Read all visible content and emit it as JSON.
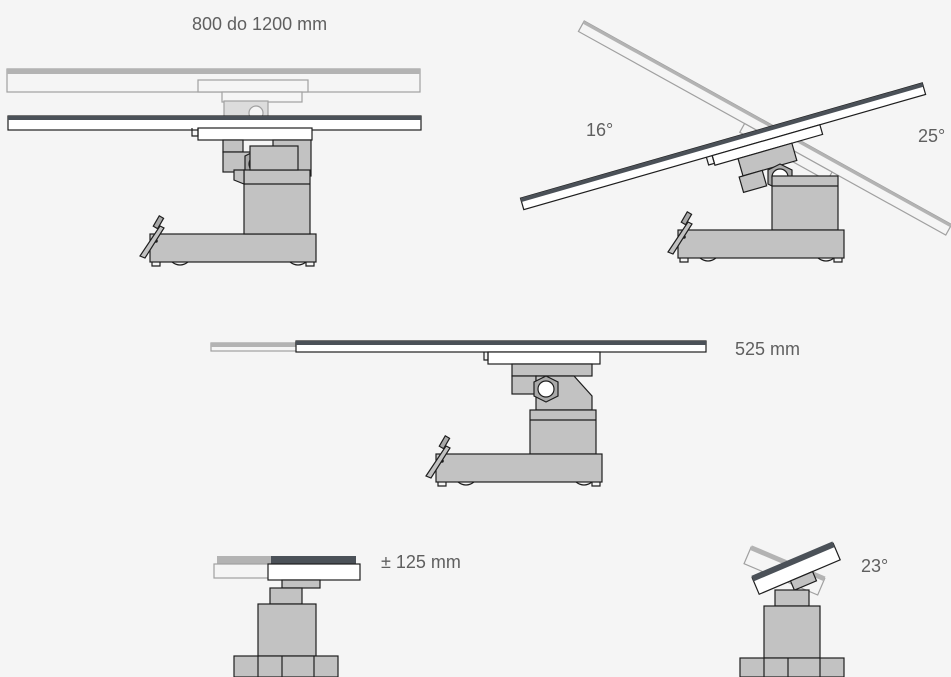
{
  "labels": {
    "extension": "800 do 1200 mm",
    "tilt_left": "16°",
    "tilt_right": "25°",
    "height": "525 mm",
    "lateral": "± 125 mm",
    "lateral_tilt": "23°"
  },
  "colors": {
    "background": "#f5f5f5",
    "tabletop_dark": "#4b5158",
    "tabletop_light": "#b3b3b3",
    "column_gray": "#c2c2c2",
    "label_text": "#5f5f5f"
  }
}
